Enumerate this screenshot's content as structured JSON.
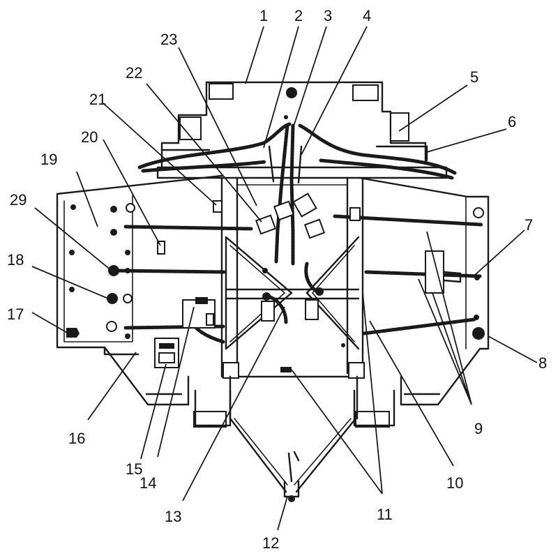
{
  "callouts": [
    {
      "id": "1",
      "label": "1"
    },
    {
      "id": "2",
      "label": "2"
    },
    {
      "id": "3",
      "label": "3"
    },
    {
      "id": "4",
      "label": "4"
    },
    {
      "id": "5",
      "label": "5"
    },
    {
      "id": "6",
      "label": "6"
    },
    {
      "id": "7",
      "label": "7"
    },
    {
      "id": "8",
      "label": "8"
    },
    {
      "id": "9",
      "label": "9"
    },
    {
      "id": "10",
      "label": "10"
    },
    {
      "id": "11",
      "label": "11"
    },
    {
      "id": "12",
      "label": "12"
    },
    {
      "id": "13",
      "label": "13"
    },
    {
      "id": "14",
      "label": "14"
    },
    {
      "id": "15",
      "label": "15"
    },
    {
      "id": "16",
      "label": "16"
    },
    {
      "id": "17",
      "label": "17"
    },
    {
      "id": "18",
      "label": "18"
    },
    {
      "id": "19",
      "label": "19"
    },
    {
      "id": "20",
      "label": "20"
    },
    {
      "id": "21",
      "label": "21"
    },
    {
      "id": "22",
      "label": "22"
    },
    {
      "id": "23",
      "label": "23"
    },
    {
      "id": "29",
      "label": "29"
    }
  ]
}
